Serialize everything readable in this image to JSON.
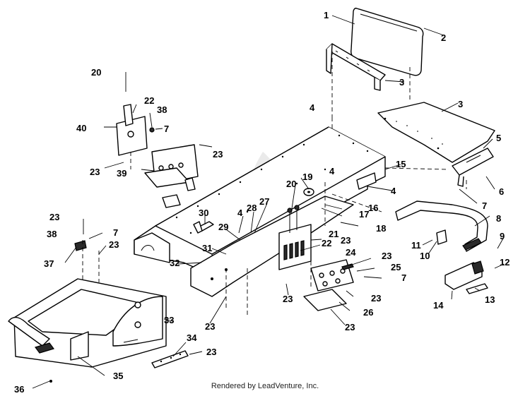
{
  "footer": {
    "text": "Rendered by LeadVenture, Inc."
  },
  "watermark": {
    "icon": "flame-logo-icon"
  },
  "callouts": [
    "1",
    "2",
    "3",
    "3",
    "4",
    "4",
    "4",
    "4",
    "5",
    "6",
    "7",
    "7",
    "7",
    "7",
    "7",
    "8",
    "9",
    "10",
    "11",
    "12",
    "13",
    "14",
    "15",
    "16",
    "17",
    "18",
    "19",
    "20",
    "20",
    "21",
    "22",
    "22",
    "23",
    "23",
    "23",
    "23",
    "23",
    "23",
    "23",
    "23",
    "23",
    "23",
    "23",
    "23",
    "24",
    "25",
    "26",
    "27",
    "28",
    "29",
    "30",
    "31",
    "32",
    "33",
    "34",
    "35",
    "36",
    "37",
    "38",
    "38",
    "39",
    "40"
  ]
}
